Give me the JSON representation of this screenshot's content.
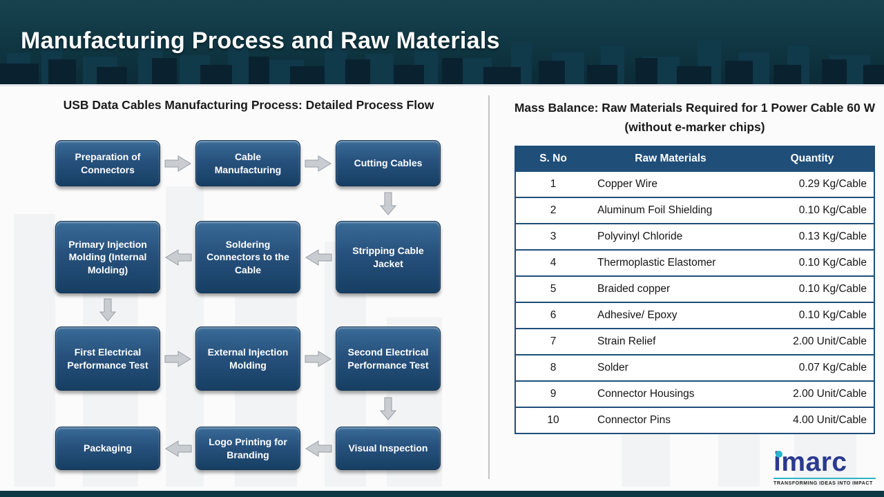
{
  "header": {
    "title": "Manufacturing Process and Raw Materials"
  },
  "left": {
    "heading": "USB Data Cables Manufacturing Process: Detailed Process Flow",
    "rows": [
      {
        "direction": "right",
        "boxes": [
          "Preparation of Connectors",
          "Cable Manufacturing",
          "Cutting Cables"
        ]
      },
      {
        "direction": "left",
        "boxes": [
          "Primary Injection Molding (Internal Molding)",
          "Soldering Connectors to the Cable",
          "Stripping Cable Jacket"
        ]
      },
      {
        "direction": "right",
        "boxes": [
          "First Electrical Performance Test",
          "External Injection Molding",
          "Second Electrical Performance Test"
        ]
      },
      {
        "direction": "left",
        "boxes": [
          "Packaging",
          "Logo Printing for Branding",
          "Visual Inspection"
        ]
      }
    ]
  },
  "right": {
    "heading": "Mass Balance: Raw Materials Required for 1 Power Cable 60 W (without e-marker chips)",
    "table": {
      "columns": [
        "S. No",
        "Raw Materials",
        "Quantity"
      ],
      "rows": [
        [
          "1",
          "Copper Wire",
          "0.29 Kg/Cable"
        ],
        [
          "2",
          "Aluminum Foil Shielding",
          "0.10 Kg/Cable"
        ],
        [
          "3",
          "Polyvinyl Chloride",
          "0.13 Kg/Cable"
        ],
        [
          "4",
          "Thermoplastic Elastomer",
          "0.10 Kg/Cable"
        ],
        [
          "5",
          "Braided copper",
          "0.10 Kg/Cable"
        ],
        [
          "6",
          "Adhesive/ Epoxy",
          "0.10 Kg/Cable"
        ],
        [
          "7",
          "Strain Relief",
          "2.00 Unit/Cable"
        ],
        [
          "8",
          "Solder",
          "0.07 Kg/Cable"
        ],
        [
          "9",
          "Connector Housings",
          "2.00 Unit/Cable"
        ],
        [
          "10",
          "Connector Pins",
          "4.00 Unit/Cable"
        ]
      ]
    }
  },
  "branding": {
    "logo_text": "imarc",
    "tagline": "TRANSFORMING IDEAS INTO IMPACT"
  },
  "colors": {
    "header_bg": "#0e3844",
    "box_blue": "#1f4e79",
    "accent_teal": "#2ab5c9",
    "logo_blue": "#2b3990",
    "table_border": "#1f4e79"
  }
}
